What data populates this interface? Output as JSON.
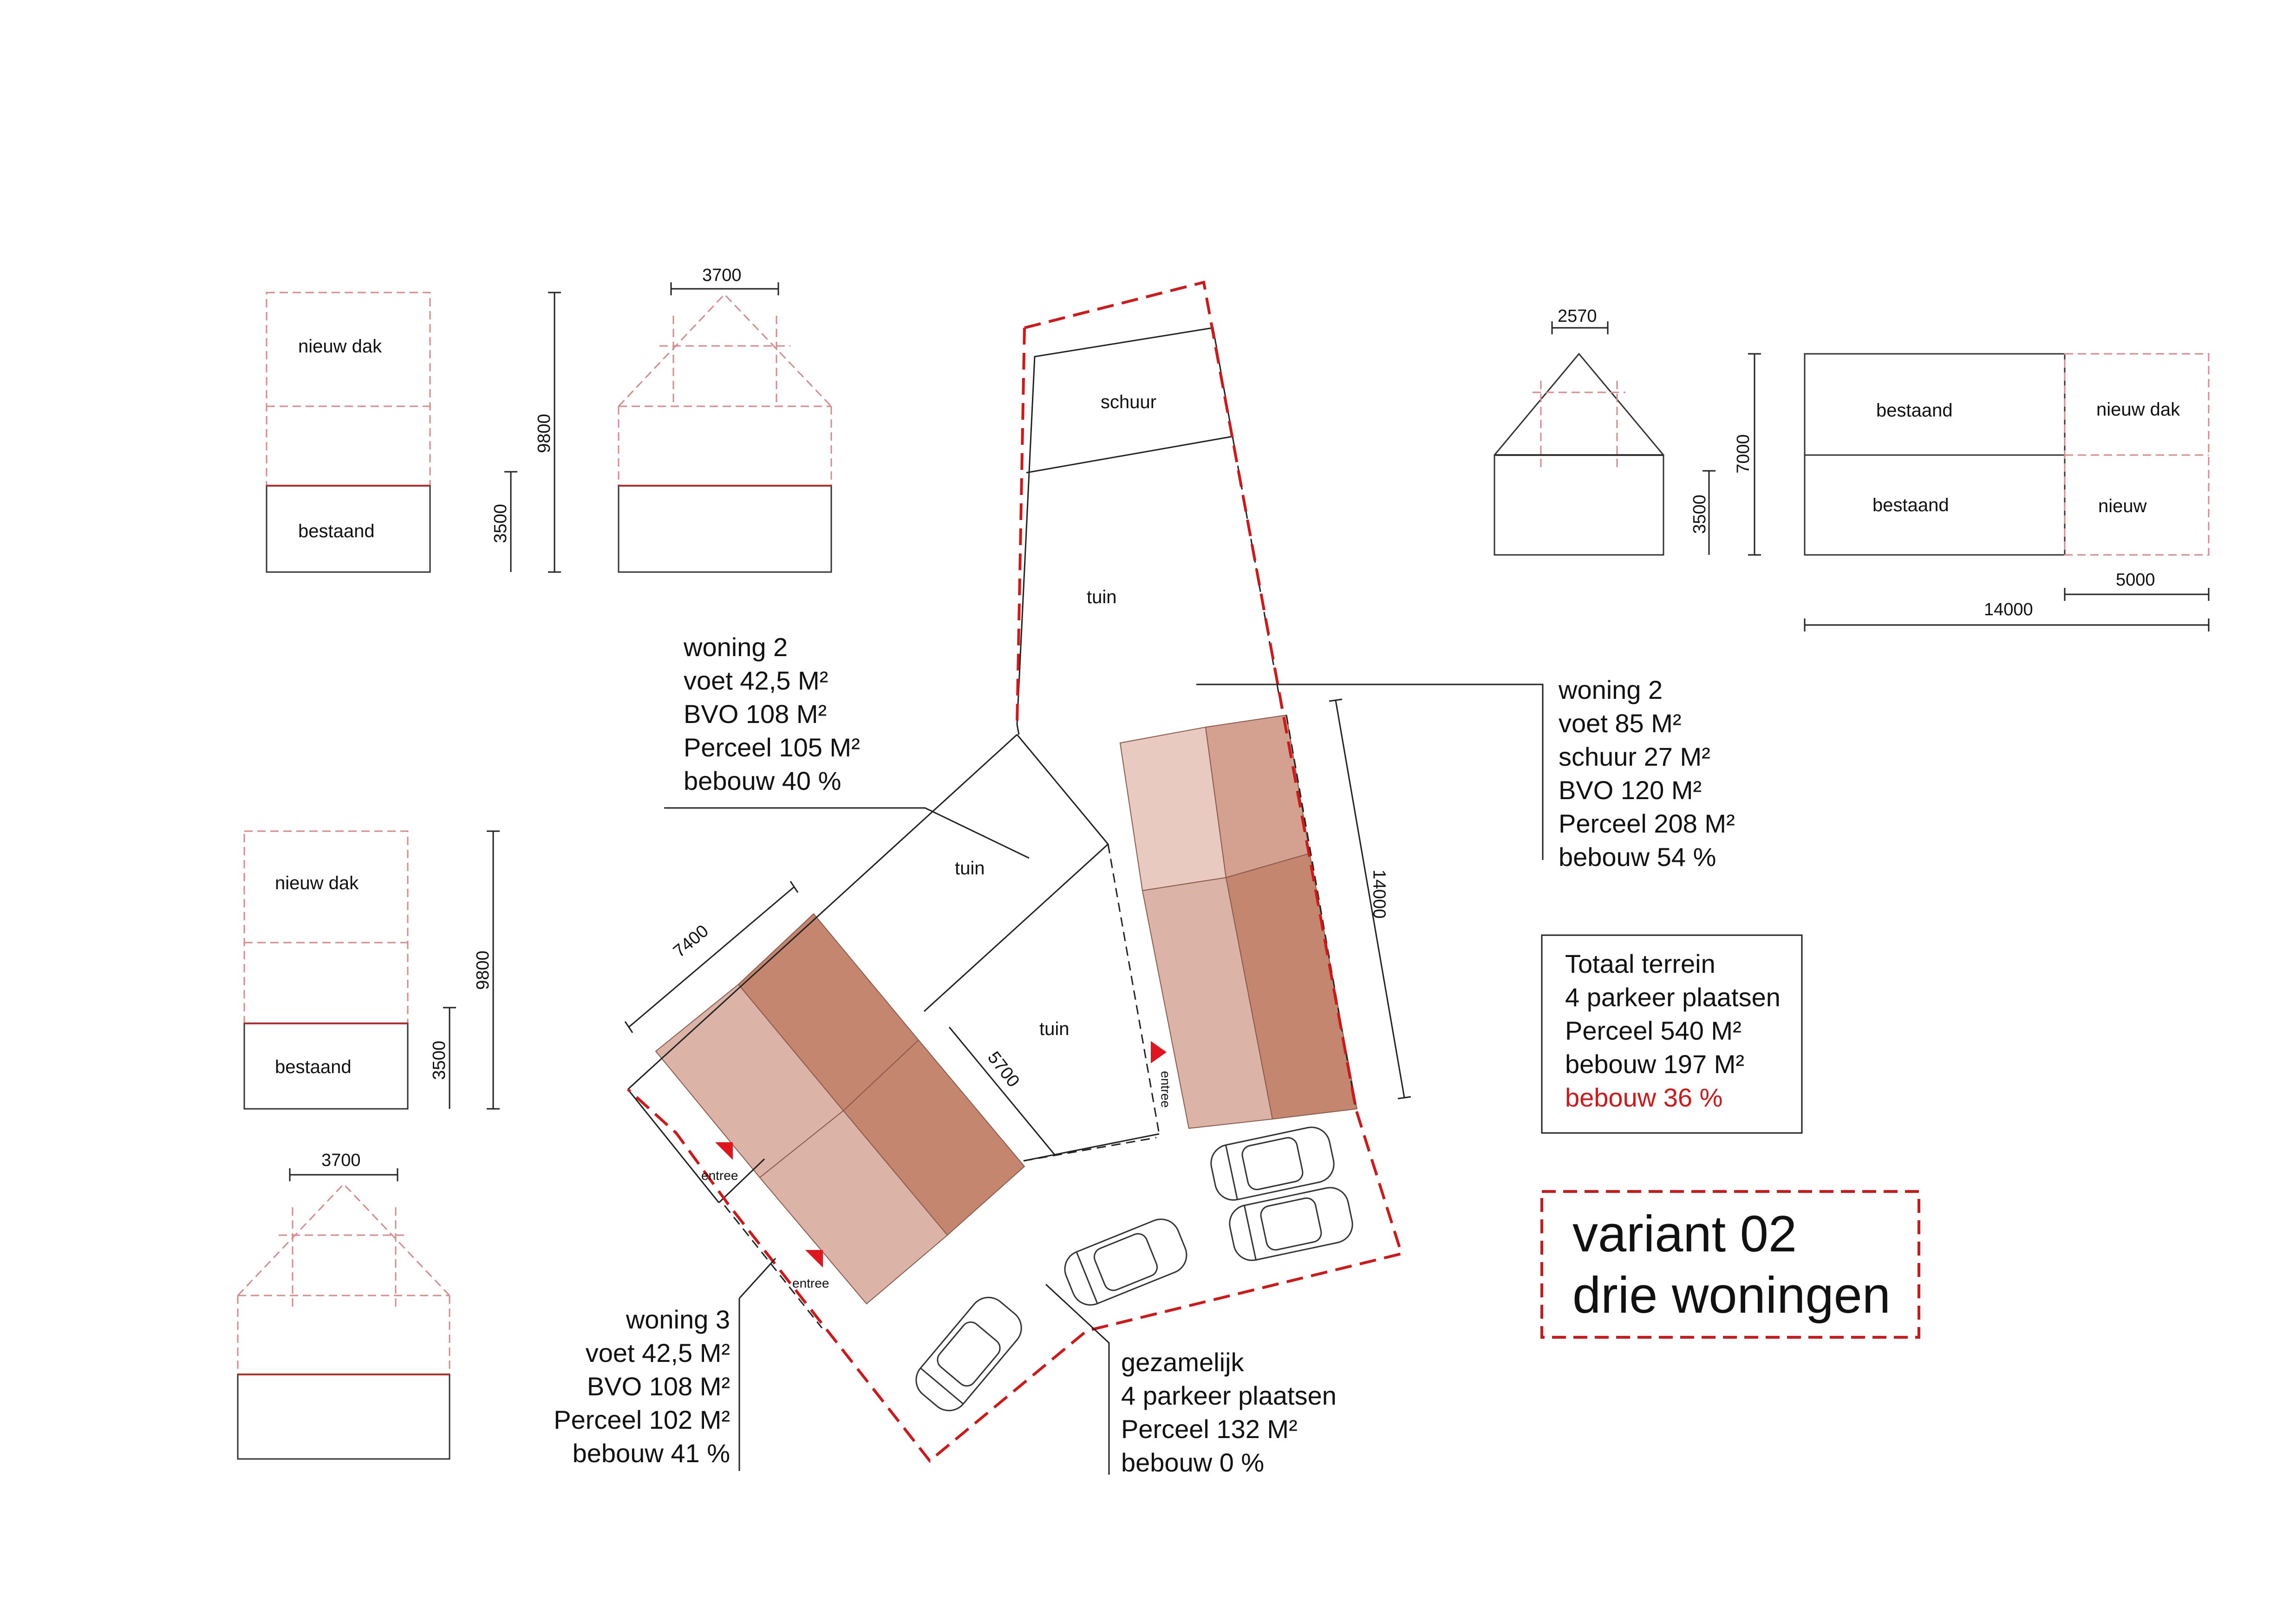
{
  "colors": {
    "plot_dash": "#d01818",
    "roof_dash": "#d88a8a",
    "house_dark": "#c5866f",
    "house_mid": "#d4a090",
    "house_light": "#dcb3a7",
    "house_pale": "#e8cac1",
    "line": "#222222",
    "entree_marker": "#e0161e"
  },
  "elevations": {
    "top_left_front": {
      "upper_label": "nieuw dak",
      "lower_label": "bestaand"
    },
    "top_left_dims": {
      "total": "9800",
      "lower": "3500",
      "gable_width": "3700"
    },
    "top_right_dims": {
      "gable_width": "2570",
      "total": "7000",
      "lower": "3500",
      "extension": "5000",
      "length": "14000"
    },
    "top_right_side": {
      "upper_left": "bestaand",
      "upper_right": "nieuw dak",
      "lower_left": "bestaand",
      "lower_right": "nieuw"
    },
    "bottom_left_front": {
      "upper_label": "nieuw dak",
      "lower_label": "bestaand"
    },
    "bottom_left_dims": {
      "total": "9800",
      "lower": "3500",
      "gable_width": "3700"
    }
  },
  "site": {
    "schuur": "schuur",
    "tuin_labels": [
      "tuin",
      "tuin",
      "tuin"
    ],
    "entree_labels": [
      "entree",
      "entree",
      "entree"
    ],
    "dims": {
      "block_length": "7400",
      "block_width": "5700",
      "right_block_length": "14000"
    }
  },
  "woning_left": [
    "woning 2",
    "voet 42,5 M²",
    "BVO 108 M²",
    "Perceel 105 M²",
    "bebouw 40 %"
  ],
  "woning_right": [
    "woning 2",
    "voet 85 M²",
    "schuur 27 M²",
    "BVO 120 M²",
    "Perceel 208 M²",
    "bebouw 54 %"
  ],
  "woning_3": [
    "woning 3",
    "voet 42,5 M²",
    "BVO 108 M²",
    "Perceel 102 M²",
    "bebouw 41 %"
  ],
  "gezamelijk": [
    "gezamelijk",
    "4 parkeer plaatsen",
    "Perceel 132 M²",
    "bebouw 0 %"
  ],
  "totaal": {
    "lines": [
      "Totaal terrein",
      "4 parkeer plaatsen",
      "Perceel 540 M²",
      "bebouw 197 M²"
    ],
    "highlight": "bebouw 36 %"
  },
  "title": {
    "line1": "variant 02",
    "line2": "drie woningen"
  }
}
